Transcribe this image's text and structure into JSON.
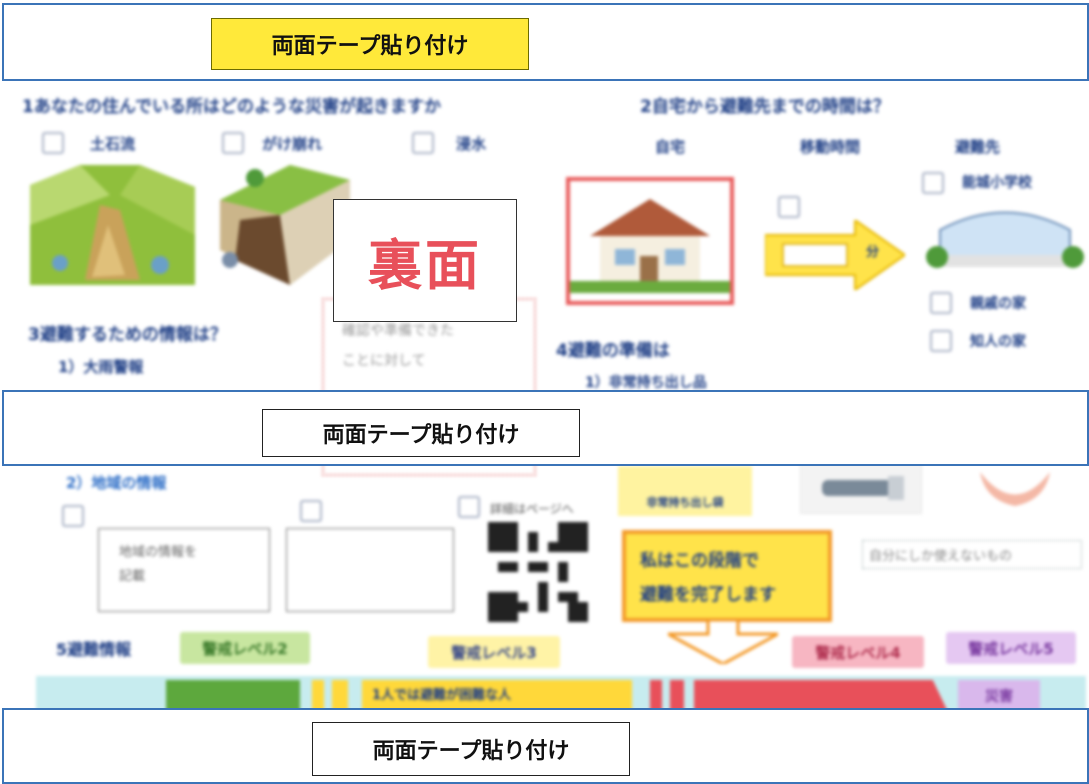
{
  "tape_label": "両面テープ貼り付け",
  "back_side_label": "裏面",
  "q1": {
    "title": "1あなたの住んでいる所はどのような災害が起きますか",
    "options": [
      "土石流",
      "がけ崩れ",
      "浸水"
    ]
  },
  "q2": {
    "title": "2自宅から避難先までの時間は？",
    "col_home": "自宅",
    "col_time": "移動時間",
    "col_shelter": "避難先",
    "time_unit": "分",
    "shelter_name": "能城小学校",
    "shelter_options": [
      "親戚の家",
      "知人の家"
    ]
  },
  "q3": {
    "title": "3避難するための情報は？",
    "item1": "1）大雨警報",
    "item2": "2）地域の情報",
    "memo_lines": [
      "確認や準備できた",
      "ことに対して"
    ],
    "local_box_lines": [
      "地域の情報を",
      "記載"
    ],
    "qr_caption": "詳細はページへ"
  },
  "q4": {
    "title": "4避難の準備は",
    "item1": "1）非常持ち出し品",
    "bag_caption": "非常持ち出し袋",
    "note": "自分にしか使えないもの"
  },
  "callout_lines": [
    "私はこの段階で",
    "避難を完了します"
  ],
  "q5": {
    "title": "5避難情報",
    "levels": [
      "警戒レベル2",
      "警戒レベル3",
      "警戒レベル4",
      "警戒レベル5"
    ],
    "level3_desc": "1人では避難が困難な人",
    "level5_tag": "災害"
  },
  "colors": {
    "band_border": "#3b74b8",
    "tape_yellow": "#ffe93a",
    "back_side_red": "#e8505a",
    "level2": "#c8e6a0",
    "level3": "#fff3a6",
    "level4": "#f7b6c2",
    "level5": "#e5c8f2"
  }
}
